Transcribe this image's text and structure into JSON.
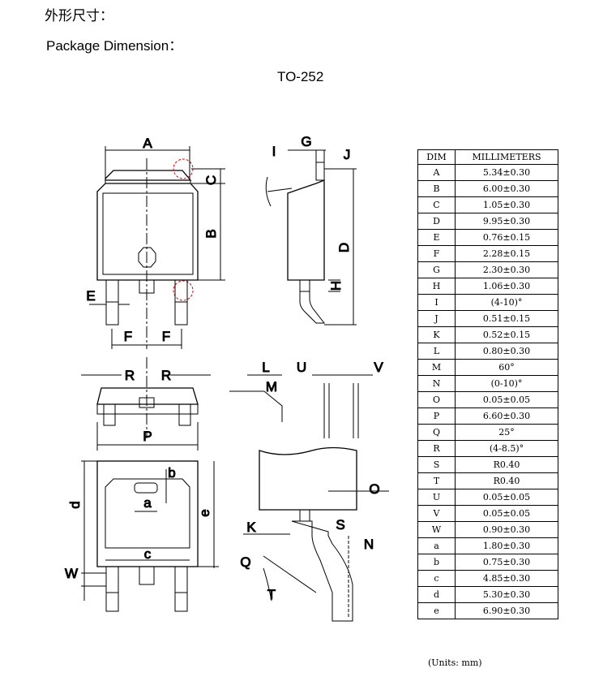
{
  "header": {
    "title_cn": "外形尺寸：",
    "title_en": "Package Dimension：",
    "package": "TO-252"
  },
  "table": {
    "col_dim": "DIM",
    "col_mm": "MILLIMETERS",
    "rows": [
      {
        "dim": "A",
        "value": "5.34±0.30"
      },
      {
        "dim": "B",
        "value": "6.00±0.30"
      },
      {
        "dim": "C",
        "value": "1.05±0.30"
      },
      {
        "dim": "D",
        "value": "9.95±0.30"
      },
      {
        "dim": "E",
        "value": "0.76±0.15"
      },
      {
        "dim": "F",
        "value": "2.28±0.15"
      },
      {
        "dim": "G",
        "value": "2.30±0.30"
      },
      {
        "dim": "H",
        "value": "1.06±0.30"
      },
      {
        "dim": "I",
        "value": "(4-10)°"
      },
      {
        "dim": "J",
        "value": "0.51±0.15"
      },
      {
        "dim": "K",
        "value": "0.52±0.15"
      },
      {
        "dim": "L",
        "value": "0.80±0.30"
      },
      {
        "dim": "M",
        "value": "60°"
      },
      {
        "dim": "N",
        "value": "(0-10)°"
      },
      {
        "dim": "O",
        "value": "0.05±0.05"
      },
      {
        "dim": "P",
        "value": "6.60±0.30"
      },
      {
        "dim": "Q",
        "value": "25°"
      },
      {
        "dim": "R",
        "value": "(4-8.5)°"
      },
      {
        "dim": "S",
        "value": "R0.40"
      },
      {
        "dim": "T",
        "value": "R0.40"
      },
      {
        "dim": "U",
        "value": "0.05±0.05"
      },
      {
        "dim": "V",
        "value": "0.05±0.05"
      },
      {
        "dim": "W",
        "value": "0.90±0.30"
      },
      {
        "dim": "a",
        "value": "1.80±0.30"
      },
      {
        "dim": "b",
        "value": "0.75±0.30"
      },
      {
        "dim": "c",
        "value": "4.85±0.30"
      },
      {
        "dim": "d",
        "value": "5.30±0.30"
      },
      {
        "dim": "e",
        "value": "6.90±0.30"
      }
    ]
  },
  "labels": {
    "A": "A",
    "B": "B",
    "C": "C",
    "D": "D",
    "E": "E",
    "F": "F",
    "G": "G",
    "H": "H",
    "I": "I",
    "J": "J",
    "K": "K",
    "L": "L",
    "M": "M",
    "N": "N",
    "O": "O",
    "P": "P",
    "Q": "Q",
    "R": "R",
    "S": "S",
    "T": "T",
    "U": "U",
    "V": "V",
    "W": "W",
    "a": "a",
    "b": "b",
    "c": "c",
    "d": "d",
    "e": "e"
  },
  "footer": {
    "units": "(Units: mm)"
  }
}
